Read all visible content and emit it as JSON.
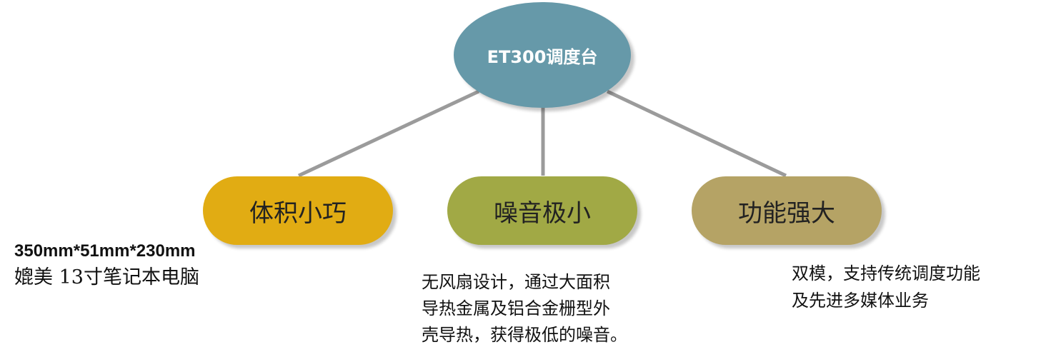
{
  "root": {
    "label": "ET300调度台",
    "color": "#6699a9"
  },
  "connector_color": "#9b9b9b",
  "branches": [
    {
      "label": "体积小巧",
      "color": "#e1ac13",
      "desc_line1": "350mm*51mm*230mm",
      "desc_line2": "媲美 13寸笔记本电脑"
    },
    {
      "label": "噪音极小",
      "color": "#a1a945",
      "desc": [
        "无风扇设计，通过大面积",
        "导热金属及铝合金栅型外",
        "壳导热，获得极低的噪音。"
      ]
    },
    {
      "label": "功能强大",
      "color": "#b5a365",
      "desc": [
        "双模，支持传统调度功能",
        "及先进多媒体业务"
      ]
    }
  ]
}
